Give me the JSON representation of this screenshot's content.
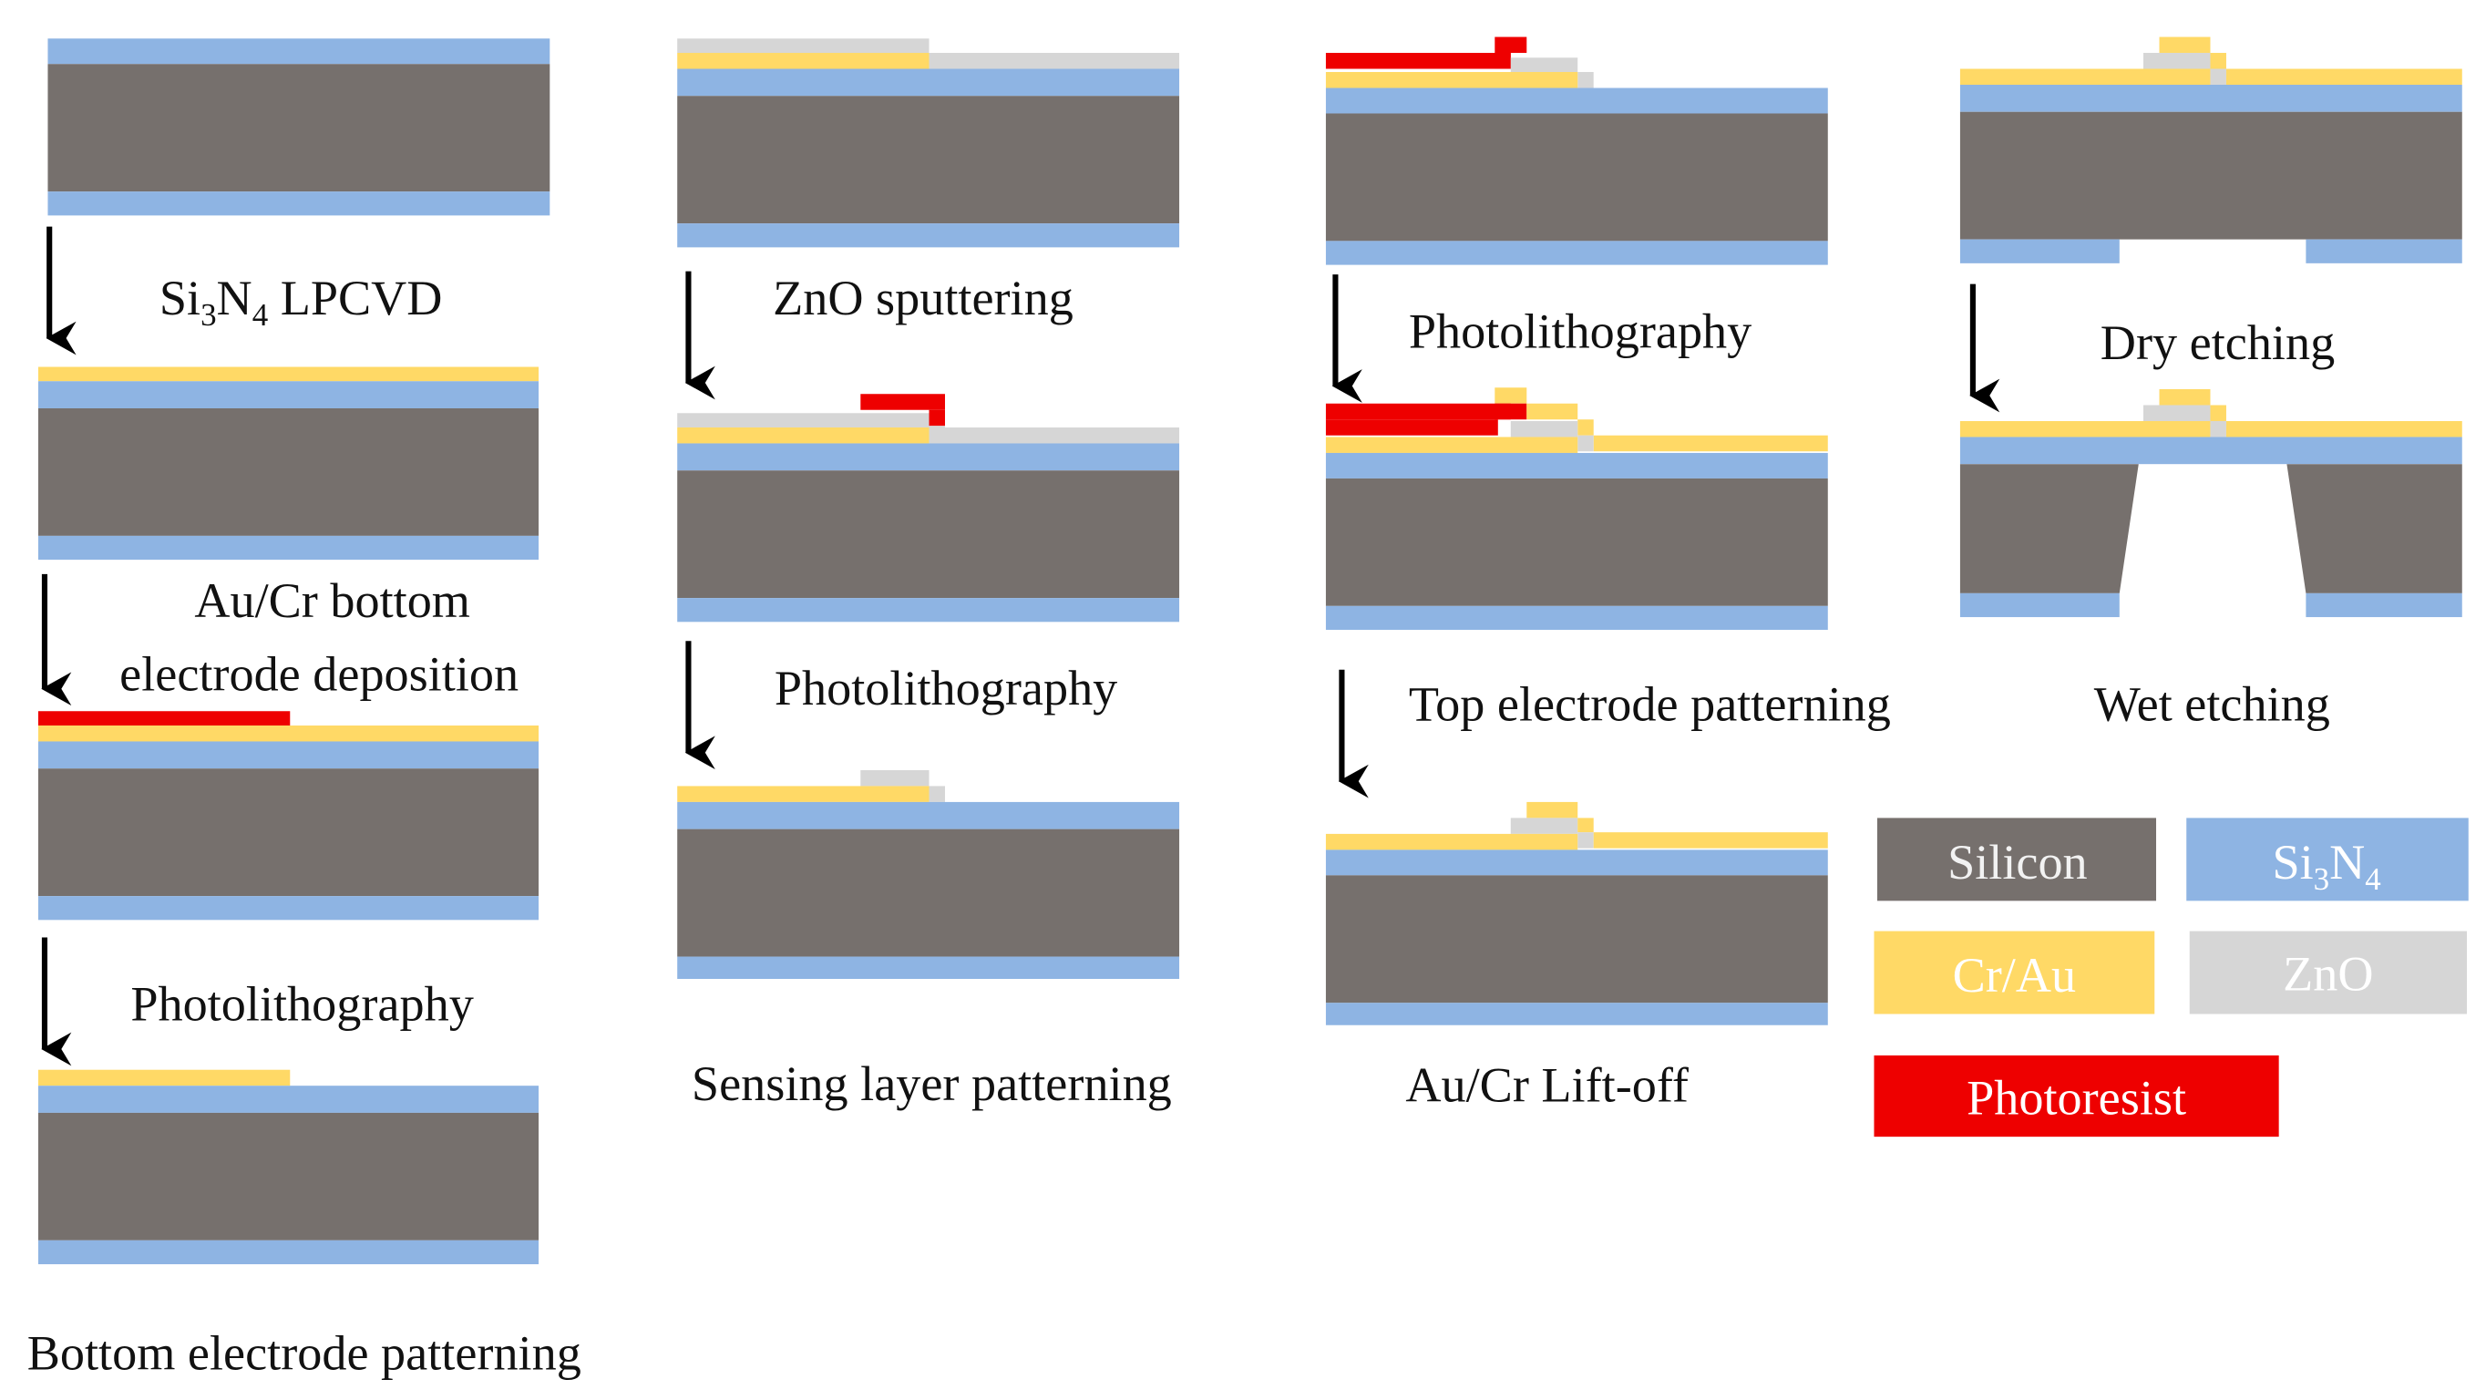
{
  "colors": {
    "silicon": "#76706D",
    "si3n4": "#8EB4E3",
    "cr_au": "#FFD966",
    "zno": "#D6D6D6",
    "photoresist": "#EE0000",
    "arrow": "#000000",
    "legend_text_light": "#F2F2F2",
    "legend_text_dark": "#ffffff"
  },
  "captions": {
    "si3n4_lpcvd": {
      "si": "Si",
      "n_sub": "3",
      "n": "N",
      "n4_sub": "4",
      "rest": " LPCVD"
    },
    "au_cr_bottom_line1": "Au/Cr bottom",
    "au_cr_bottom_line2": "electrode deposition",
    "photolithography_1": "Photolithography",
    "bottom_electrode_patterning": "Bottom electrode patterning",
    "zno_sputtering": "ZnO sputtering",
    "photolithography_2": "Photolithography",
    "sensing_layer_patterning": "Sensing layer patterning",
    "photolithography_3": "Photolithography",
    "top_electrode_patterning": "Top electrode patterning",
    "au_cr_lift_off": "Au/Cr Lift-off",
    "dry_etching": "Dry etching",
    "wet_etching": "Wet etching"
  },
  "legend": {
    "silicon": "Silicon",
    "si3n4": {
      "si": "Si",
      "n_sub": "3",
      "n": "N",
      "n4_sub": "4"
    },
    "cr_au": "Cr/Au",
    "zno": "ZnO",
    "photoresist": "Photoresist"
  }
}
